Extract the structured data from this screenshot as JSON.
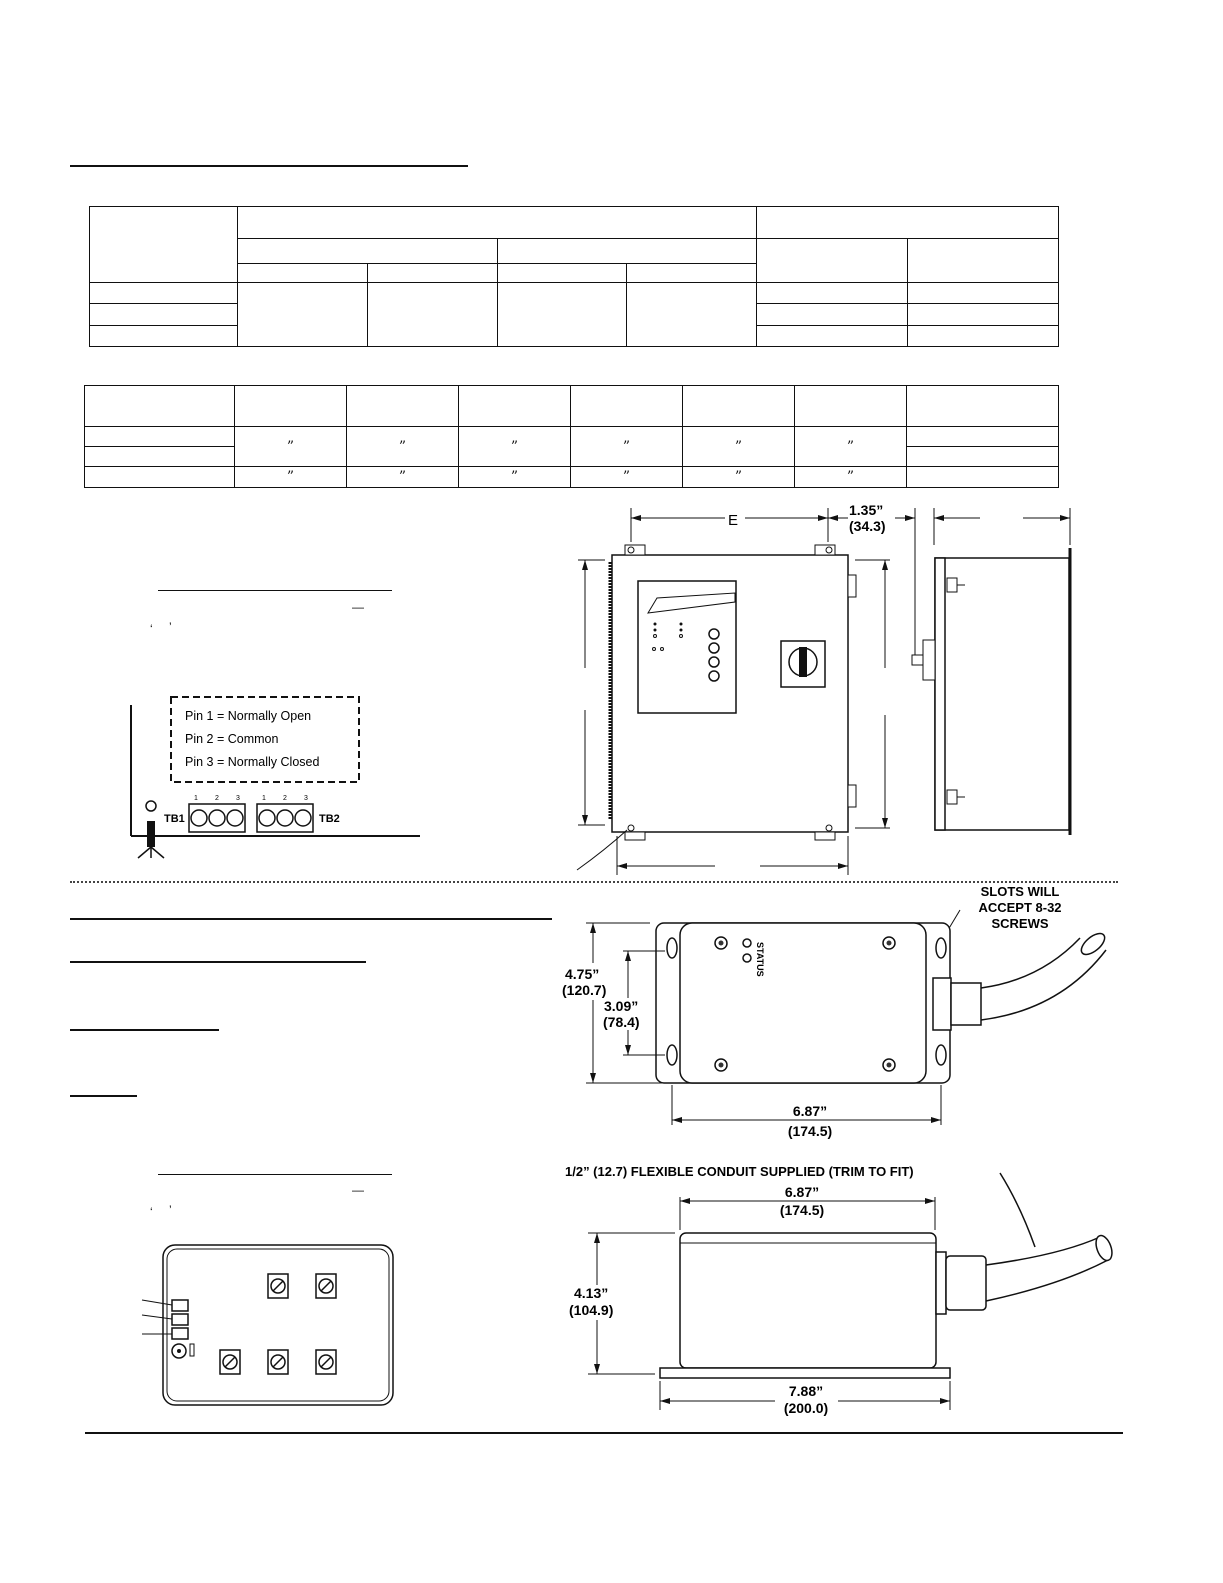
{
  "table2": {
    "quote_mark": "”"
  },
  "wiring_diagram": {
    "pins": [
      "Pin 1 = Normally Open",
      "Pin 2 = Common",
      "Pin 3 = Normally Closed"
    ],
    "pin_numbers": [
      "1",
      "2",
      "3"
    ],
    "terminal_labels": [
      "TB1",
      "TB2"
    ],
    "note_marks": [
      "‘",
      "’",
      "—"
    ]
  },
  "enclosure_drawing": {
    "dim_e_label": "E",
    "depth_in": "1.35”",
    "depth_mm": "(34.3)"
  },
  "power_unit_top": {
    "slots_note": [
      "SLOTS WILL",
      "ACCEPT 8-32",
      "SCREWS"
    ],
    "height_in": "4.75”",
    "height_mm": "(120.7)",
    "slot_spacing_in": "3.09”",
    "slot_spacing_mm": "(78.4)",
    "width_in": "6.87”",
    "width_mm": "(174.5)",
    "status_label": "STATUS"
  },
  "power_unit_side": {
    "conduit_note": "1/2” (12.7) FLEXIBLE CONDUIT SUPPLIED (TRIM TO FIT)",
    "width_in": "6.87”",
    "width_mm": "(174.5)",
    "height_in": "4.13”",
    "height_mm": "(104.9)",
    "base_in": "7.88”",
    "base_mm": "(200.0)"
  }
}
